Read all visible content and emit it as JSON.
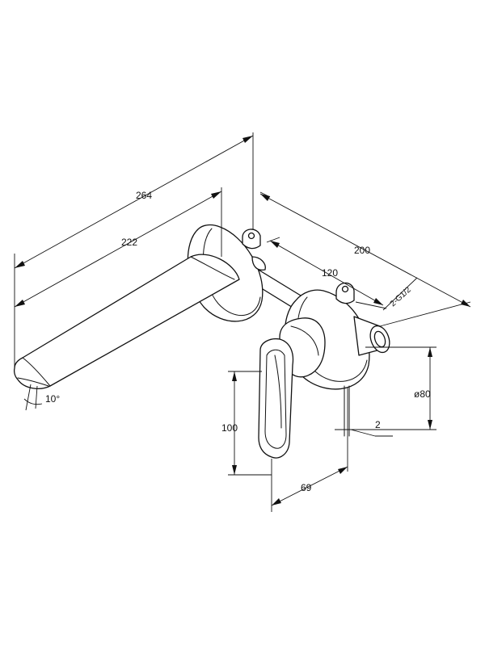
{
  "dimensions": {
    "overall_spout_length": "264",
    "spout_length": "222",
    "rough_in_depth": "200",
    "inlet_spacing": "120",
    "inlet_thread": "2-G1/2",
    "plate_diameter": "ø80",
    "handle_height": "100",
    "handle_depth": "69",
    "plate_thickness": "2",
    "spout_angle": "10°"
  }
}
